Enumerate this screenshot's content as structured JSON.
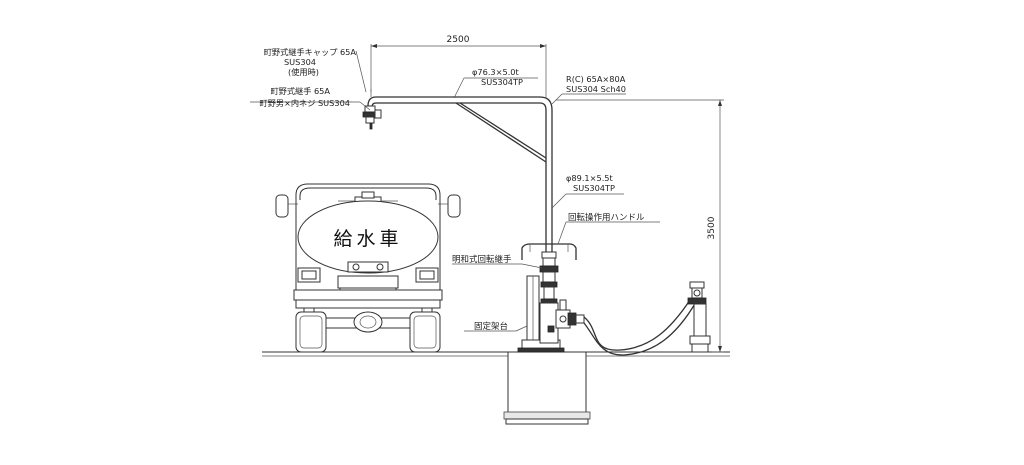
{
  "drawing": {
    "labels": {
      "cap_line1": "町野式継手キャップ 65A",
      "cap_line2": "SUS304",
      "cap_line3": "(使用時)",
      "coupling_line1": "町野式継手 65A",
      "coupling_line2": "町野男×内ネジ SUS304",
      "arm_pipe_line1": "φ76.3×5.0t",
      "arm_pipe_line2": "SUS304TP",
      "elbow_line1": "R(C) 65A×80A",
      "elbow_line2": "SUS304 Sch40",
      "column_pipe_line1": "φ89.1×5.5t",
      "column_pipe_line2": "SUS304TP",
      "handle": "回転操作用ハンドル",
      "swivel": "明和式回転継手",
      "stand": "固定架台",
      "tank_text": "給水車"
    },
    "dimensions": {
      "width": "2500",
      "height": "3500"
    }
  }
}
